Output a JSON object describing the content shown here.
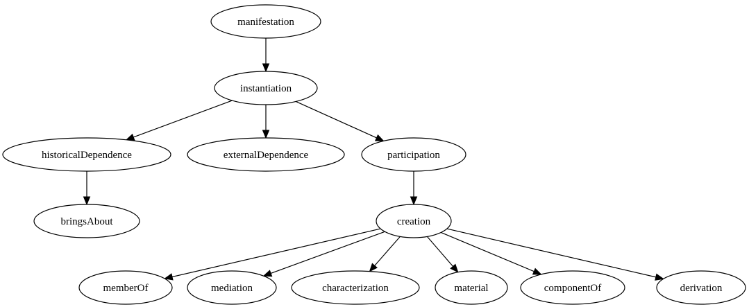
{
  "diagram": {
    "type": "directed-graph",
    "nodes": [
      {
        "id": "manifestation",
        "label": "manifestation"
      },
      {
        "id": "instantiation",
        "label": "instantiation"
      },
      {
        "id": "historicalDependence",
        "label": "historicalDependence"
      },
      {
        "id": "externalDependence",
        "label": "externalDependence"
      },
      {
        "id": "participation",
        "label": "participation"
      },
      {
        "id": "bringsAbout",
        "label": "bringsAbout"
      },
      {
        "id": "creation",
        "label": "creation"
      },
      {
        "id": "memberOf",
        "label": "memberOf"
      },
      {
        "id": "mediation",
        "label": "mediation"
      },
      {
        "id": "characterization",
        "label": "characterization"
      },
      {
        "id": "material",
        "label": "material"
      },
      {
        "id": "componentOf",
        "label": "componentOf"
      },
      {
        "id": "derivation",
        "label": "derivation"
      }
    ],
    "edges": [
      {
        "from": "manifestation",
        "to": "instantiation"
      },
      {
        "from": "instantiation",
        "to": "historicalDependence"
      },
      {
        "from": "instantiation",
        "to": "externalDependence"
      },
      {
        "from": "instantiation",
        "to": "participation"
      },
      {
        "from": "historicalDependence",
        "to": "bringsAbout"
      },
      {
        "from": "participation",
        "to": "creation"
      },
      {
        "from": "creation",
        "to": "memberOf"
      },
      {
        "from": "creation",
        "to": "mediation"
      },
      {
        "from": "creation",
        "to": "characterization"
      },
      {
        "from": "creation",
        "to": "material"
      },
      {
        "from": "creation",
        "to": "componentOf"
      },
      {
        "from": "creation",
        "to": "derivation"
      }
    ]
  }
}
